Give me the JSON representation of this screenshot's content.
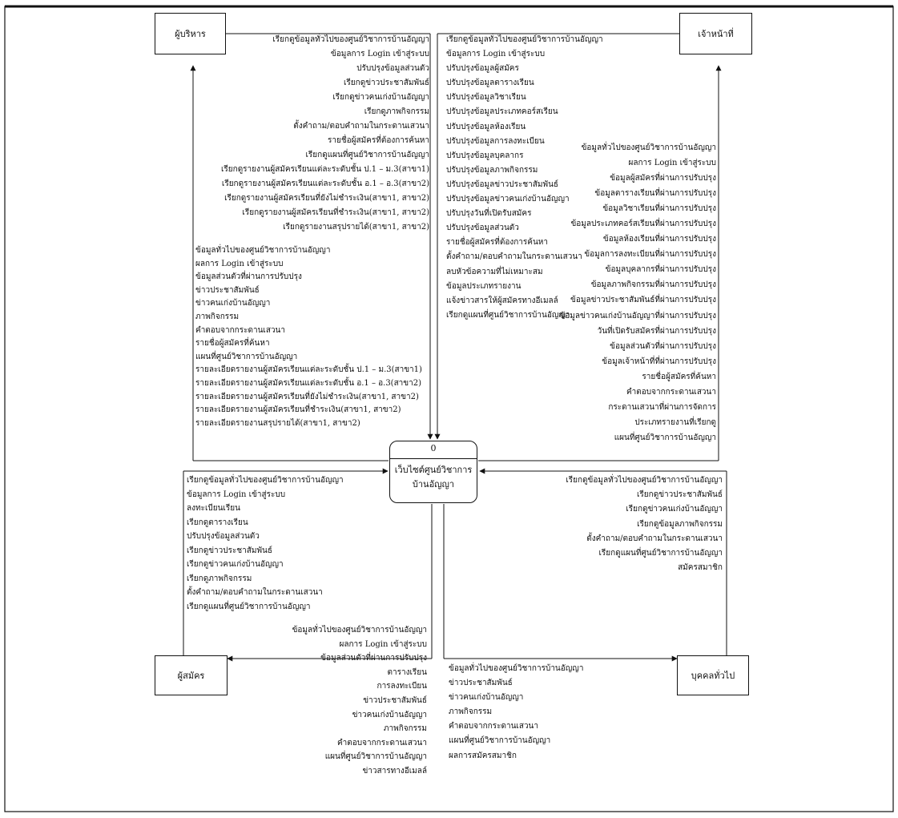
{
  "entities": {
    "admin": "ผู้บริหาร",
    "staff": "เจ้าหน้าที่",
    "applicant": "ผู้สมัคร",
    "public": "บุคคลทั่วไป"
  },
  "process": {
    "id": "0",
    "name": "เว็บไซต์ศูนย์วิชาการบ้านอัญญา"
  },
  "flows": {
    "admin_to_process": [
      "เรียกดูข้อมูลทั่วไปของศูนย์วิชาการบ้านอัญญา",
      "ข้อมูลการ Login เข้าสู่ระบบ",
      "ปรับปรุงข้อมูลส่วนตัว",
      "เรียกดูข่าวประชาสัมพันธ์",
      "เรียกดูข่าวคนเก่งบ้านอัญญา",
      "เรียกดูภาพกิจกรรม",
      "ตั้งคำถาม/ตอบคำถามในกระดานเสวนา",
      "รายชื่อผู้สมัครที่ต้องการค้นหา",
      "เรียกดูแผนที่ศูนย์วิชาการบ้านอัญญา",
      "เรียกดูรายงานผู้สมัครเรียนแต่ละระดับชั้น ป.1 – ม.3(สาขา1)",
      "เรียกดูรายงานผู้สมัครเรียนแต่ละระดับชั้น อ.1 – อ.3(สาขา2)",
      "เรียกดูรายงานผู้สมัครเรียนที่ยังไม่ชำระเงิน(สาขา1, สาขา2)",
      "เรียกดูรายงานผู้สมัครเรียนที่ชำระเงิน(สาขา1, สาขา2)",
      "เรียกดูรายงานสรุปรายได้(สาขา1, สาขา2)"
    ],
    "process_to_admin": [
      "ข้อมูลทั่วไปของศูนย์วิชาการบ้านอัญญา",
      "ผลการ Login เข้าสู่ระบบ",
      "ข้อมูลส่วนตัวที่ผ่านการปรับปรุง",
      "ข่าวประชาสัมพันธ์",
      "ข่าวคนเก่งบ้านอัญญา",
      "ภาพกิจกรรม",
      "คำตอบจากกระดานเสวนา",
      "รายชื่อผู้สมัครที่ค้นหา",
      "แผนที่ศูนย์วิชาการบ้านอัญญา",
      "รายละเอียดรายงานผู้สมัครเรียนแต่ละระดับชั้น ป.1 – ม.3(สาขา1)",
      "รายละเอียดรายงานผู้สมัครเรียนแต่ละระดับชั้น อ.1 – อ.3(สาขา2)",
      "รายละเอียดรายงานผู้สมัครเรียนที่ยังไม่ชำระเงิน(สาขา1, สาขา2)",
      "รายละเอียดรายงานผู้สมัครเรียนที่ชำระเงิน(สาขา1, สาขา2)",
      "รายละเอียดรายงานสรุปรายได้(สาขา1, สาขา2)"
    ],
    "staff_to_process": [
      "เรียกดูข้อมูลทั่วไปของศูนย์วิชาการบ้านอัญญา",
      "ข้อมูลการ Login เข้าสู่ระบบ",
      "ปรับปรุงข้อมูลผู้สมัคร",
      "ปรับปรุงข้อมูลตารางเรียน",
      "ปรับปรุงข้อมูลวิชาเรียน",
      "ปรับปรุงข้อมูลประเภทคอร์สเรียน",
      "ปรับปรุงข้อมูลห้องเรียน",
      "ปรับปรุงข้อมูลการลงทะเบียน",
      "ปรับปรุงข้อมูลบุคลากร",
      "ปรับปรุงข้อมูลภาพกิจกรรม",
      "ปรับปรุงข้อมูลข่าวประชาสัมพันธ์",
      "ปรับปรุงข้อมูลข่าวคนเก่งบ้านอัญญา",
      "ปรับปรุงวันที่เปิดรับสมัคร",
      "ปรับปรุงข้อมูลส่วนตัว",
      "รายชื่อผู้สมัครที่ต้องการค้นหา",
      "ตั้งคำถาม/ตอบคำถามในกระดานเสวนา",
      "ลบหัวข้อความที่ไม่เหมาะสม",
      "ข้อมูลประเภทรายงาน",
      "แจ้งข่าวสารให้ผู้สมัครทางอีเมลล์",
      "เรียกดูแผนที่ศูนย์วิชาการบ้านอัญญา"
    ],
    "process_to_staff": [
      "ข้อมูลทั่วไปของศูนย์วิชาการบ้านอัญญา",
      "ผลการ Login เข้าสู่ระบบ",
      "ข้อมูลผู้สมัครที่ผ่านการปรับปรุง",
      "ข้อมูลตารางเรียนที่ผ่านการปรับปรุง",
      "ข้อมูลวิชาเรียนที่ผ่านการปรับปรุง",
      "ข้อมูลประเภทคอร์สเรียนที่ผ่านการปรับปรุง",
      "ข้อมูลห้องเรียนที่ผ่านการปรับปรุง",
      "ข้อมูลการลงทะเบียนที่ผ่านการปรับปรุง",
      "ข้อมูลบุคลากรที่ผ่านการปรับปรุง",
      "ข้อมูลภาพกิจกรรมที่ผ่านการปรับปรุง",
      "ข้อมูลข่าวประชาสัมพันธ์ที่ผ่านการปรับปรุง",
      "ข้อมูลข่าวคนเก่งบ้านอัญญาที่ผ่านการปรับปรุง",
      "วันที่เปิดรับสมัครที่ผ่านการปรับปรุง",
      "ข้อมูลส่วนตัวที่ผ่านการปรับปรุง",
      "ข้อมูลเจ้าหน้าที่ที่ผ่านการปรับปรุง",
      "รายชื่อผู้สมัครที่ค้นหา",
      "คำตอบจากกระดานเสวนา",
      "กระดานเสวนาที่ผ่านการจัดการ",
      "ประเภทรายงานที่เรียกดู",
      "แผนที่ศูนย์วิชาการบ้านอัญญา"
    ],
    "applicant_to_process": [
      "เรียกดูข้อมูลทั่วไปของศูนย์วิชาการบ้านอัญญา",
      "ข้อมูลการ Login เข้าสู่ระบบ",
      "ลงทะเบียนเรียน",
      "เรียกดูตารางเรียน",
      "ปรับปรุงข้อมูลส่วนตัว",
      "เรียกดูข่าวประชาสัมพันธ์",
      "เรียกดูข่าวคนเก่งบ้านอัญญา",
      "เรียกดูภาพกิจกรรม",
      "ตั้งคำถาม/ตอบคำถามในกระดานเสวนา",
      "เรียกดูแผนที่ศูนย์วิชาการบ้านอัญญา"
    ],
    "process_to_applicant": [
      "ข้อมูลทั่วไปของศูนย์วิชาการบ้านอัญญา",
      "ผลการ Login เข้าสู่ระบบ",
      "ข้อมูลส่วนตัวที่ผ่านการปรับปรุง",
      "ตารางเรียน",
      "การลงทะเบียน",
      "ข่าวประชาสัมพันธ์",
      "ข่าวคนเก่งบ้านอัญญา",
      "ภาพกิจกรรม",
      "คำตอบจากกระดานเสวนา",
      "แผนที่ศูนย์วิชาการบ้านอัญญา",
      "ข่าวสารทางอีเมลล์"
    ],
    "public_to_process": [
      "เรียกดูข้อมูลทั่วไปของศูนย์วิชาการบ้านอัญญา",
      "เรียกดูข่าวประชาสัมพันธ์",
      "เรียกดูข่าวคนเก่งบ้านอัญญา",
      "เรียกดูข้อมูลภาพกิจกรรม",
      "ตั้งคำถาม/ตอบคำถามในกระดานเสวนา",
      "เรียกดูแผนที่ศูนย์วิชาการบ้านอัญญา",
      "สมัครสมาชิก"
    ],
    "process_to_public": [
      "ข้อมูลทั่วไปของศูนย์วิชาการบ้านอัญญา",
      "ข่าวประชาสัมพันธ์",
      "ข่าวคนเก่งบ้านอัญญา",
      "ภาพกิจกรรม",
      "คำตอบจากกระดานเสวนา",
      "แผนที่ศูนย์วิชาการบ้านอัญญา",
      "ผลการสมัครสมาชิก"
    ]
  }
}
